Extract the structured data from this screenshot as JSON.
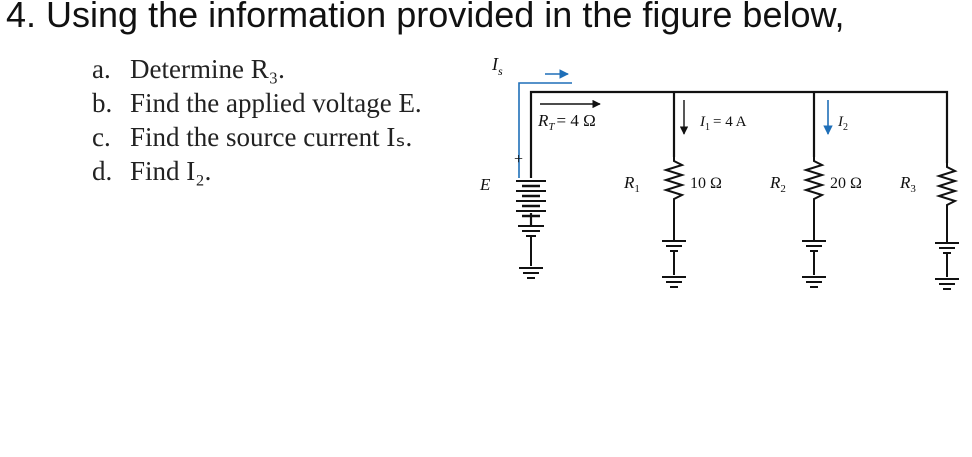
{
  "question": {
    "title": "4. Using the information provided in the figure below,",
    "parts": [
      {
        "letter": "a.",
        "text": "Determine R₃."
      },
      {
        "letter": "b.",
        "text": "Find the applied voltage E."
      },
      {
        "letter": "c.",
        "text": "Find the source current Iₛ."
      },
      {
        "letter": "d.",
        "text": "Find I₂."
      }
    ]
  },
  "circuit": {
    "source_current_label": "I",
    "source_current_sub": "s",
    "source_label": "E",
    "source_polarity": "+",
    "rt_label": "R",
    "rt_sub": "T",
    "rt_value": "= 4 Ω",
    "i1_label": "I",
    "i1_sub": "1",
    "i1_value": "= 4 A",
    "i2_label": "I",
    "i2_sub": "2",
    "r1_label": "R",
    "r1_sub": "1",
    "r1_value": "10 Ω",
    "r2_label": "R",
    "r2_sub": "2",
    "r2_value": "20 Ω",
    "r3_label": "R",
    "r3_sub": "3",
    "colors": {
      "wire": "#111111",
      "arrow": "#1f6fb8"
    }
  }
}
